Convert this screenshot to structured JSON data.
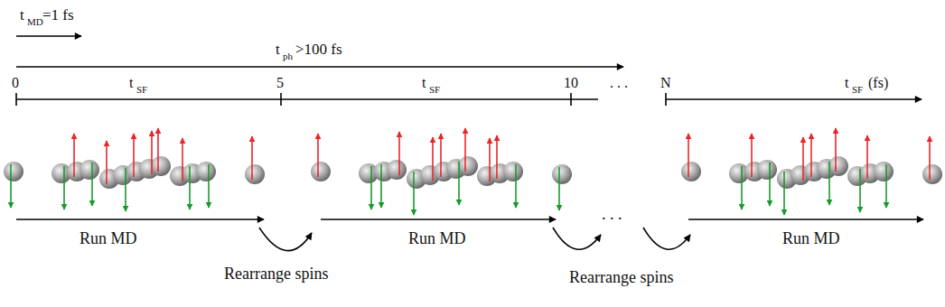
{
  "diagram": {
    "labels": [
      "t",
      "MD",
      "=1 fs",
      "t",
      "ph",
      ">100 fs",
      "0",
      "t",
      "SF",
      "5",
      "t",
      "SF",
      "10",
      ". . .",
      "N",
      "t",
      "SF",
      "(fs)",
      "Run MD",
      "Run MD",
      ". . .",
      "Run MD",
      "Rearrange spins",
      "Rearrange spins"
    ]
  }
}
